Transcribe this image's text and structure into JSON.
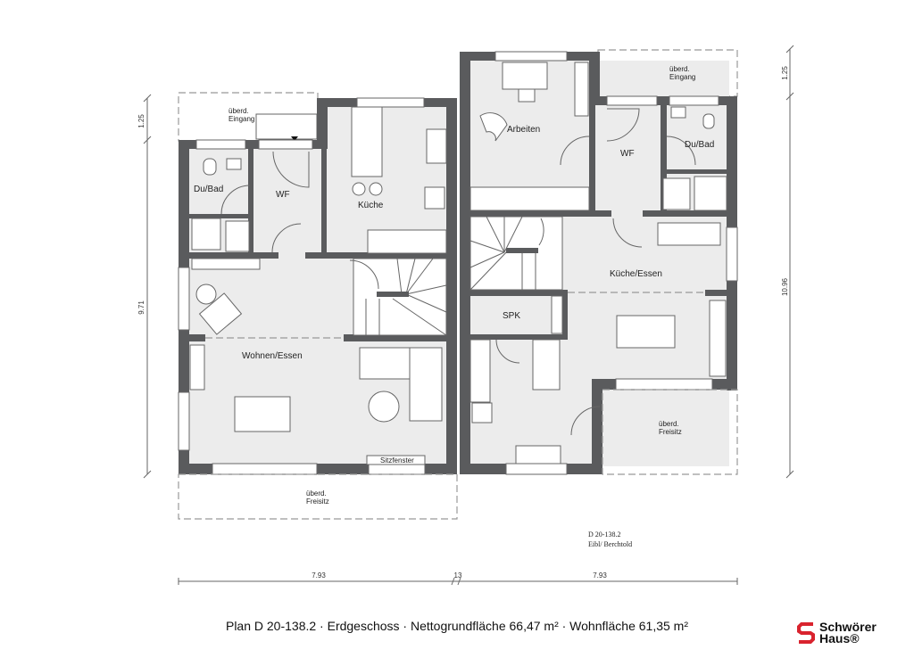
{
  "plan": {
    "caption": "Plan  D 20-138.2 · Erdgeschoss · Nettogrundfläche 66,47 m² · Wohnfläche 61,35 m²",
    "code": "D 20-138.2",
    "authors": "Eibl/ Berchtold"
  },
  "left_unit": {
    "rooms": {
      "du_bad": "Du/Bad",
      "wf": "WF",
      "kueche": "Küche",
      "wohnen": "Wohnen/Essen",
      "sitzfenster": "Sitzfenster"
    },
    "eingang": [
      "überd.",
      "Eingang"
    ],
    "freisitz": [
      "überd.",
      "Freisitz"
    ]
  },
  "right_unit": {
    "rooms": {
      "arbeiten": "Arbeiten",
      "wf": "WF",
      "du_bad": "Du/Bad",
      "kueche_essen": "Küche/Essen",
      "spk": "SPK"
    },
    "eingang": [
      "überd.",
      "Eingang"
    ],
    "freisitz": [
      "überd.",
      "Freisitz"
    ]
  },
  "dimensions": {
    "left_top": "1.25",
    "left_main": "9.71",
    "right_top": "1.25",
    "right_main": "10.96",
    "bottom_left": "7.93",
    "bottom_gap": "13",
    "bottom_right": "7.93"
  },
  "logo": {
    "line1": "Schwörer",
    "line2": "Haus®",
    "color": "#d9232e"
  },
  "colors": {
    "wall": "#5a5b5d",
    "floor": "#ececec"
  }
}
